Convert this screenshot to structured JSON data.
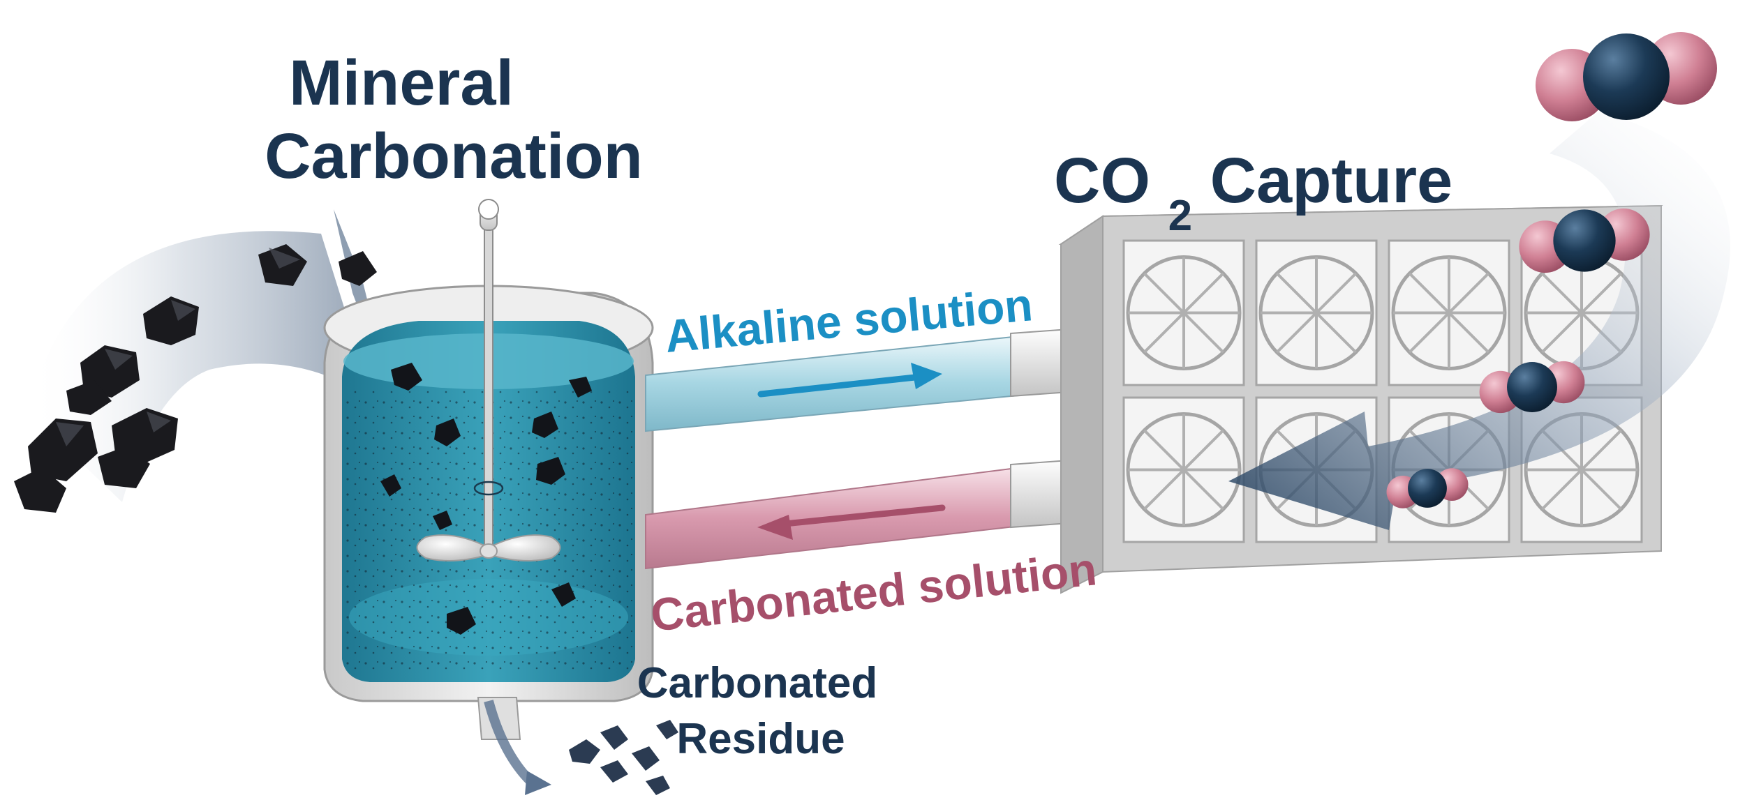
{
  "labels": {
    "mineral_line1": "Mineral",
    "mineral_line2": "Carbonation",
    "capture_prefix": "CO",
    "capture_subscript": "2",
    "capture_suffix": " Capture",
    "alkaline": "Alkaline solution",
    "carbonated_solution": "Carbonated solution",
    "residue_line1": "Carbonated",
    "residue_line2": "Residue"
  },
  "colors": {
    "title_navy": "#1b3450",
    "alkaline_blue": "#1b8fc4",
    "carbonated_pink": "#a64f6a",
    "reactor_water": "#2a90a8",
    "pipe_blue": "#a7d6e3",
    "pipe_pink": "#d99aae",
    "oxygen_pink": "#d08094",
    "carbon_navy": "#1c3a56",
    "mineral_black": "#1a1a1e",
    "frame_gray": "#cfcfcf"
  },
  "icons": {
    "reactor": "stirred-tank-reactor-icon",
    "stirrer": "impeller-icon",
    "minerals": "mineral-rock-icon",
    "residue": "carbonated-residue-icon",
    "capture_unit": "honeycomb-contactor-icon",
    "molecules": "co2-molecule-icon"
  }
}
